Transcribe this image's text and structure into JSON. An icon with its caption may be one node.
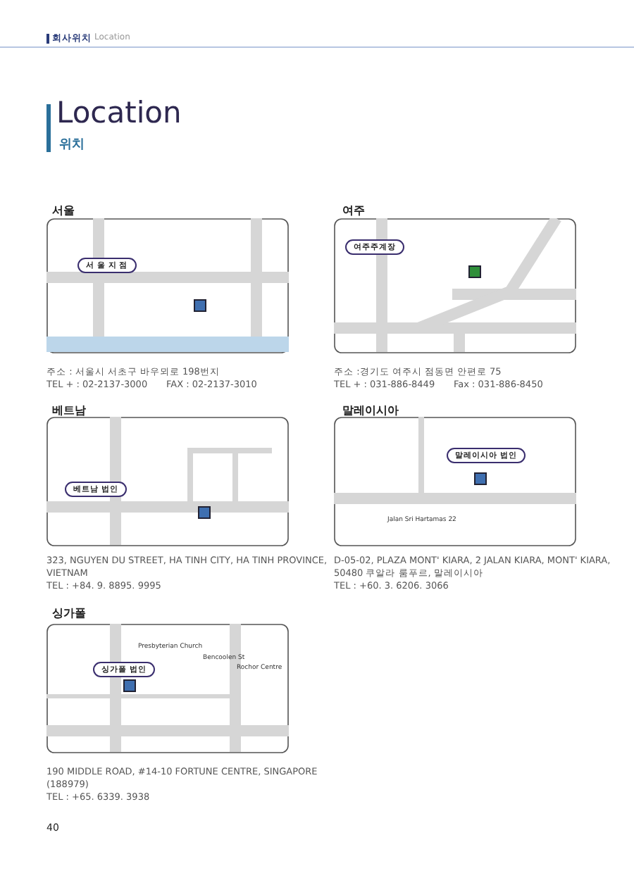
{
  "diagram": {
    "title": "Location",
    "nodes": [
      {
        "text": [
          "서 울 지 점"
        ]
      },
      {
        "text": [
          "여주주계장"
        ]
      },
      {
        "text": [
          "베트남 법인"
        ]
      },
      {
        "text": [
          "말레이시아 법인"
        ]
      },
      {
        "text": [
          "싱가폴 법인"
        ]
      }
    ],
    "labels": [
      "회사위치",
      "Location",
      "위치",
      "서울",
      "여주",
      "주소 : 서울시 서초구 바우뫼로 198번지",
      "TEL + : 02-2137-3000",
      "FAX : 02-2137-3010",
      "주소 :경기도 여주시 점동면 안편로 75",
      "TEL + : 031-886-8449",
      "Fax : 031-886-8450",
      "베트남",
      "말레이시아",
      "Jalan Sri Hartamas 22",
      "323, NGUYEN DU STREET, HA TINH CITY, HA TINH PROVINCE, VIETNAM",
      "TEL : +84. 9. 8895. 9995",
      "D-05-02, PLAZA MONT' KIARA, 2 JALAN KIARA, MONT' KIARA, 50480 쿠알라 룸푸르, 말레이시아",
      "TEL : +60. 3. 6206. 3066",
      "싱가폴",
      "Presbyterian Church",
      "Bencoolen St",
      "Rochor Centre",
      "190 MIDDLE ROAD, #14-10 FORTUNE CENTRE, SINGAPORE (188979)",
      "TEL : +65. 6339. 3938",
      "40"
    ]
  }
}
